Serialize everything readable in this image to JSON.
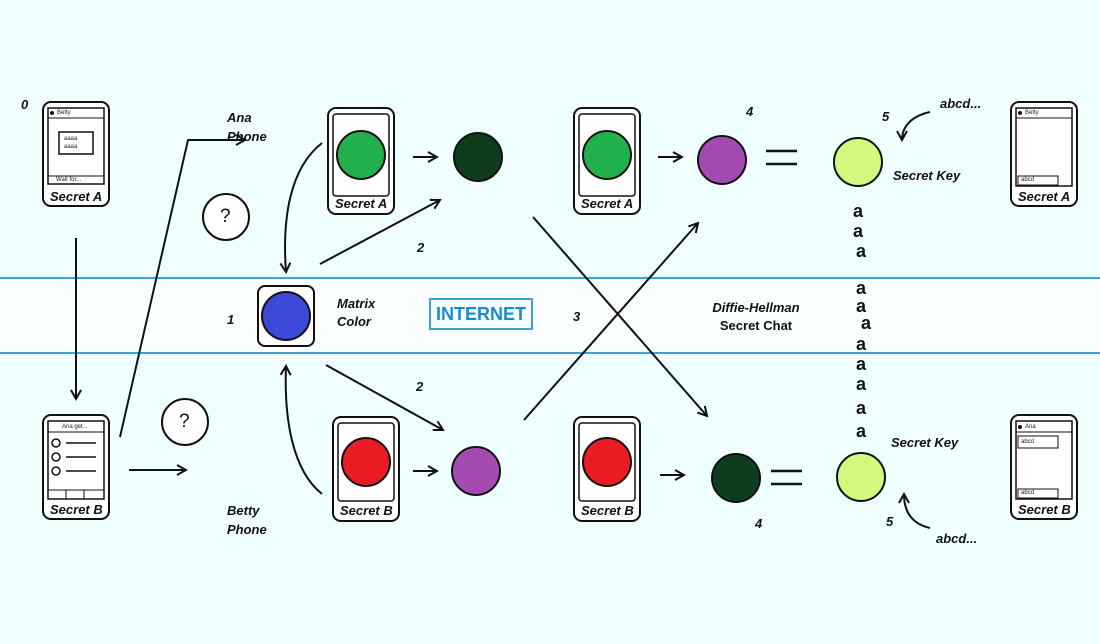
{
  "labels": {
    "step0": "0",
    "step1": "1",
    "step2_top": "2",
    "step2_bottom": "2",
    "step3": "3",
    "step4_top": "4",
    "step4_bottom": "4",
    "step5_top": "5",
    "step5_bottom": "5",
    "ana_phone_line1": "Ana",
    "ana_phone_line2": "Phone",
    "betty_phone_line1": "Betty",
    "betty_phone_line2": "Phone",
    "matrix_line1": "Matrix",
    "matrix_line2": "Color",
    "internet": "INTERNET",
    "dh_line1": "Diffie-Hellman",
    "dh_line2": "Secret Chat",
    "secret_key_top": "Secret Key",
    "secret_key_bottom": "Secret Key",
    "abcd_top": "abcd...",
    "abcd_bottom": "abcd...",
    "question1": "?",
    "question2": "?"
  },
  "phones": {
    "secret_a": "Secret A",
    "secret_b": "Secret B"
  },
  "phone_screens": {
    "a_left_header": "Betty",
    "a_left_line1": "aaaa",
    "a_left_line2": "aaaa",
    "a_left_footer": "Wait for...",
    "b_left_header": "Ana get...",
    "a_right_header": "Betty",
    "a_right_footer": "abcd",
    "b_right_header": "Ana",
    "b_right_box": "abcd",
    "b_right_footer": "abcd"
  },
  "chat_letters": [
    "a",
    "a",
    "a",
    "a",
    "a",
    "a",
    "a",
    "a",
    "a",
    "a",
    "a"
  ],
  "colors": {
    "green": "#22b04c",
    "dark_green": "#0f3d1c",
    "blue": "#3c48d8",
    "red": "#ec1c24",
    "purple": "#a54ab0",
    "lime": "#d4f780",
    "internet_line": "#3aa3d8",
    "background": "#effffe"
  }
}
